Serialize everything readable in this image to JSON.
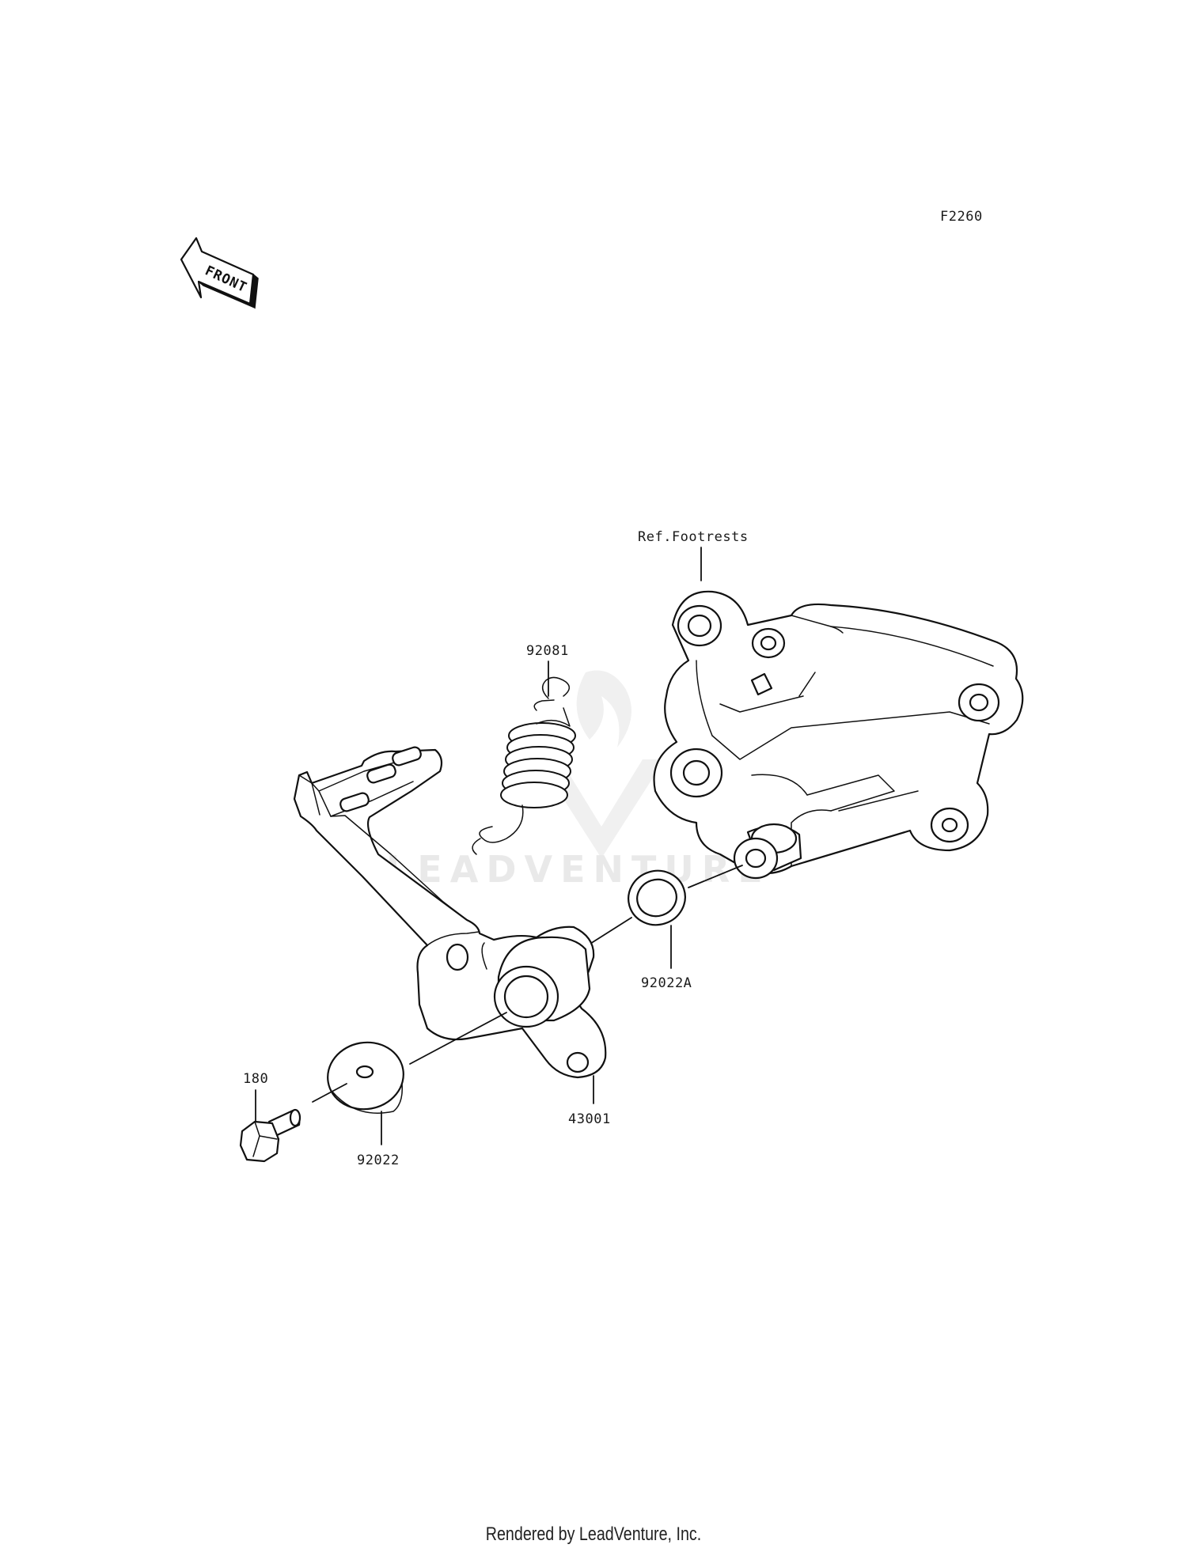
{
  "diagram_code": "F2260",
  "front_label": "FRONT",
  "watermark_text": "LEADVENTURE",
  "reference_label": "Ref.Footrests",
  "callouts": {
    "spring": "92081",
    "washer_a": "92022A",
    "pedal": "43001",
    "bolt": "180",
    "washer": "92022"
  },
  "footer_text": "Rendered by LeadVenture, Inc."
}
